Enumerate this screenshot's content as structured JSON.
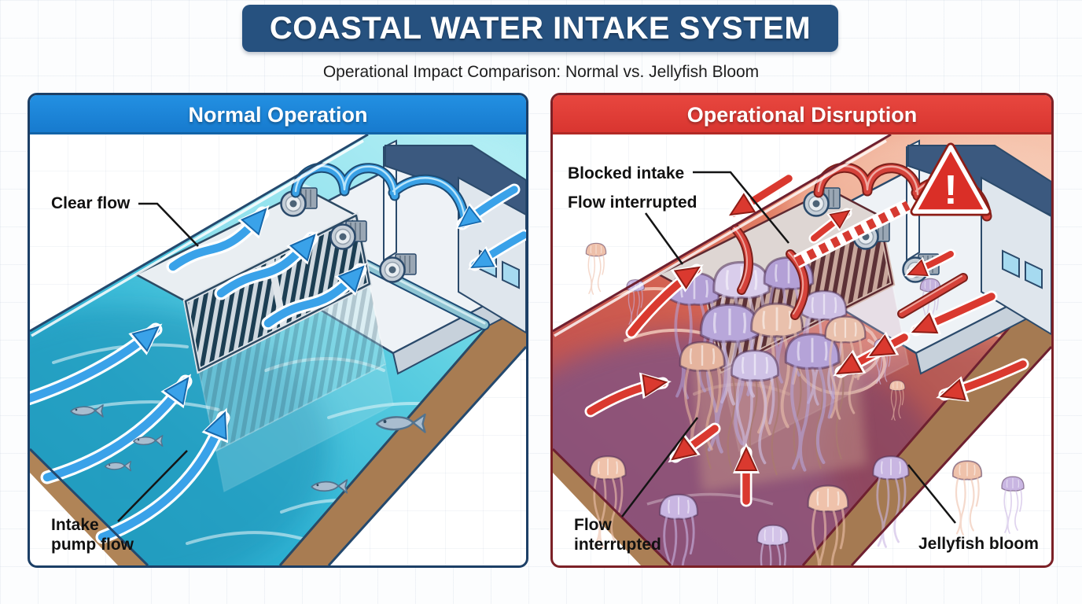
{
  "header": {
    "title": "COASTAL WATER INTAKE SYSTEM",
    "subtitle": "Operational Impact Comparison: Normal vs. Jellyfish Bloom"
  },
  "panels": {
    "normal": {
      "title": "Normal Operation",
      "labels": {
        "clear_flow": "Clear flow",
        "intake_pump_flow": "Intake pump flow"
      }
    },
    "disruption": {
      "title": "Operational Disruption",
      "warning_glyph": "!",
      "labels": {
        "blocked_intake": "Blocked intake",
        "flow_interrupted_top": "Flow interrupted",
        "flow_interrupted_bottom": "Flow interrupted",
        "jellyfish_bloom": "Jellyfish bloom"
      }
    }
  },
  "colors": {
    "title_bar_navy": "#26517f",
    "normal_header_blue": "#1b84d8",
    "normal_border_navy": "#1c3f66",
    "disruption_header_red": "#e2403a",
    "disruption_border_maroon": "#7c2127",
    "water_normal_teal": "#3fbcd8",
    "water_bloom_coral": "#d86a52",
    "water_bloom_purple": "#7b5286",
    "arrow_normal_blue": "#3aa2e9",
    "arrow_disruption_red": "#da392f",
    "seabed_brown": "#a57a52",
    "roof_navy": "#3b597f",
    "warning_red": "#da2f27",
    "jellyfish_lavender": "#b9a6d9",
    "jellyfish_salmon": "#eec0aa"
  }
}
